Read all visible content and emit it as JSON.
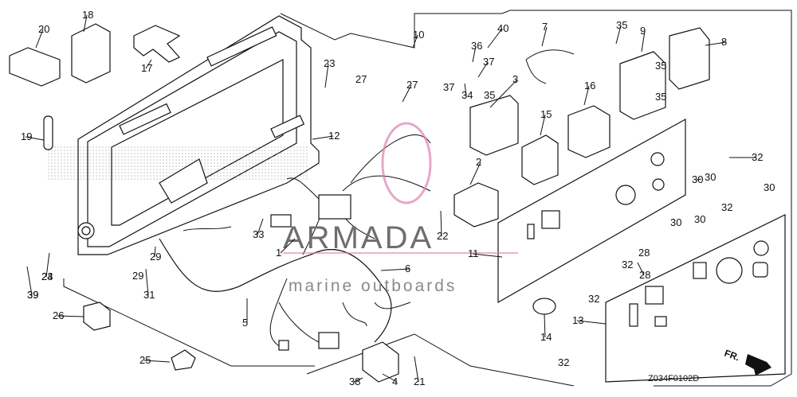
{
  "diagram": {
    "callouts": [
      "1",
      "2",
      "3",
      "4",
      "5",
      "6",
      "7",
      "8",
      "9",
      "10",
      "11",
      "12",
      "13",
      "14",
      "15",
      "16",
      "17",
      "18",
      "19",
      "20",
      "21",
      "22",
      "23",
      "24",
      "25",
      "26",
      "27",
      "28",
      "29",
      "30",
      "31",
      "32",
      "33",
      "34",
      "35",
      "36",
      "37",
      "38",
      "39",
      "40"
    ],
    "code": "Z034F0102D",
    "direction_label": "FR.",
    "watermark": {
      "title": "ARMADA",
      "subtitle": "marine outboards",
      "accent": "#e080b0"
    }
  }
}
